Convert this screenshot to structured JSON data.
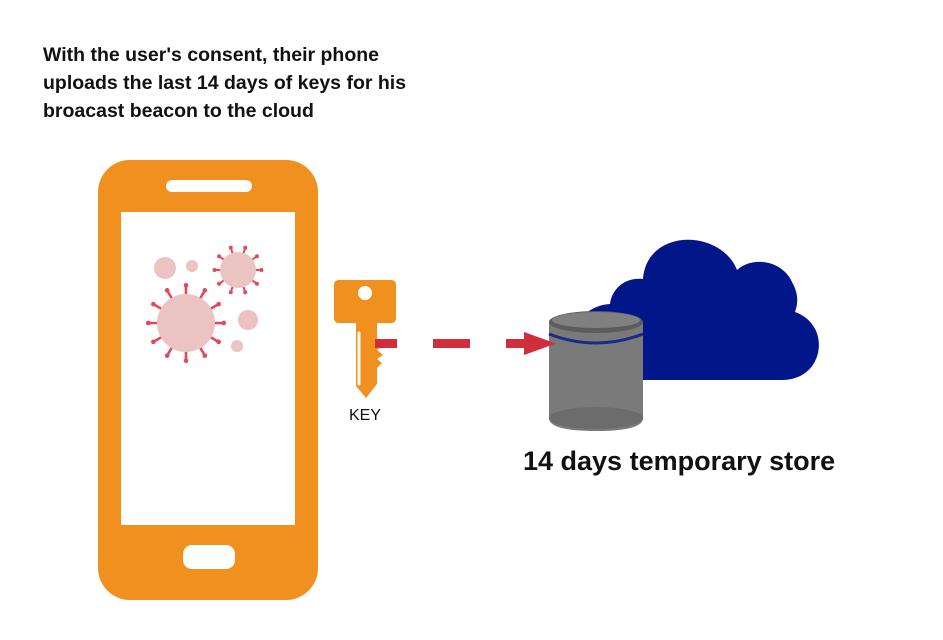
{
  "caption": "With the user's consent, their phone uploads the last 14 days of keys for his broacast beacon to the cloud",
  "key_label": "KEY",
  "store_label": "14 days temporary store",
  "icons": {
    "phone": "smartphone-icon",
    "virus": "virus-icon",
    "key": "key-icon",
    "arrow": "dashed-arrow",
    "database": "database-icon",
    "cloud": "cloud-icon"
  },
  "colors": {
    "phone": "#f0901f",
    "phone_screen": "#ffffff",
    "key": "#f0901f",
    "arrow": "#d12d3b",
    "virus_body": "#ecc3c3",
    "virus_spike": "#e04a5a",
    "cloud": "#001689",
    "database": "#7a7a7a",
    "database_band": "#1a2a8a"
  }
}
